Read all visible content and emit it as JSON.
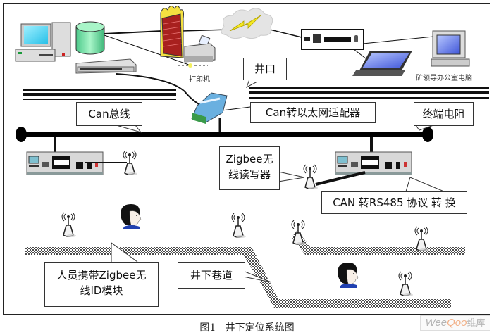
{
  "diagram": {
    "title": "井下定位系统图",
    "figure_label": "图1",
    "labels": {
      "printer": "打印机",
      "office_pc": "矿领导办公室电脑"
    },
    "callouts": {
      "shaft_mouth": "井口",
      "can_bus": "Can总线",
      "can_ethernet_adapter": "Can转以太网适配器",
      "terminal_resistor": "终端电阻",
      "zigbee_reader": [
        "Zigbee无",
        "线读写器"
      ],
      "can_rs485": "CAN 转RS485 协议 转 换",
      "personnel_module": [
        "人员携带Zigbee无",
        "线ID模块"
      ],
      "tunnel": "井下巷道"
    },
    "nodes": [
      {
        "id": "desktop-pc",
        "type": "computer"
      },
      {
        "id": "database",
        "type": "cylinder",
        "color": "#6fe0a0"
      },
      {
        "id": "firewall",
        "type": "firewall",
        "color": "#a8201e"
      },
      {
        "id": "printer",
        "type": "printer"
      },
      {
        "id": "internet",
        "type": "cloud"
      },
      {
        "id": "switch-top",
        "type": "switch"
      },
      {
        "id": "hub",
        "type": "hub"
      },
      {
        "id": "laptop",
        "type": "laptop"
      },
      {
        "id": "office-pc",
        "type": "computer"
      },
      {
        "id": "can-adapter",
        "type": "adapter",
        "color": "#5fa8d8"
      },
      {
        "id": "can-node-left",
        "type": "protocol-converter"
      },
      {
        "id": "can-node-right",
        "type": "protocol-converter"
      },
      {
        "id": "zigbee-antenna",
        "type": "antenna",
        "count": 8
      },
      {
        "id": "person",
        "type": "person",
        "count": 2
      }
    ]
  },
  "watermark": {
    "text_a": "Wee",
    "text_b": "Qoo",
    "text_c": "维库"
  }
}
